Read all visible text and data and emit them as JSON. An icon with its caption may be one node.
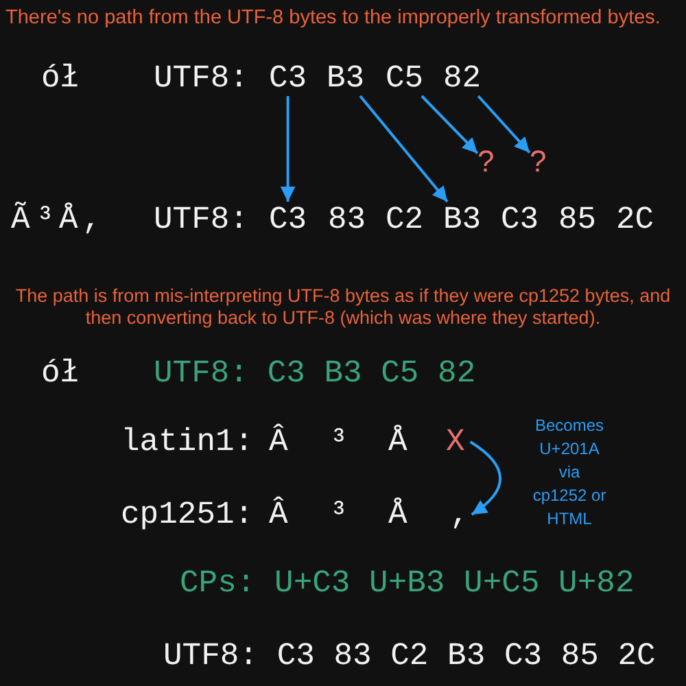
{
  "diagram": {
    "title": "There's no path from the UTF-8 bytes to the improperly transformed bytes.",
    "nodes": [
      {
        "text": [
          "C3"
        ]
      },
      {
        "text": [
          "B3"
        ]
      },
      {
        "text": [
          "C5"
        ]
      },
      {
        "text": [
          "82"
        ]
      },
      {
        "text": [
          "?"
        ]
      },
      {
        "text": [
          "?"
        ]
      },
      {
        "text": [
          "C3"
        ]
      },
      {
        "text": [
          "B3"
        ]
      },
      {
        "text": [
          "X"
        ]
      },
      {
        "text": [
          ","
        ]
      }
    ],
    "edges": [
      {
        "from": 0,
        "to": 6,
        "arrow": "to"
      },
      {
        "from": 1,
        "to": 7,
        "arrow": "to"
      },
      {
        "from": 2,
        "to": 4,
        "arrow": "to"
      },
      {
        "from": 3,
        "to": 5,
        "arrow": "to"
      },
      {
        "from": 8,
        "to": 9,
        "arrow": "to",
        "label": "Becomes U+201A via cp1252 or HTML"
      }
    ],
    "labels": [
      "ół",
      "UTF8:",
      "Ã",
      "³",
      "Å",
      ",",
      "UTF8:",
      "83",
      "C2",
      "C3",
      "85",
      "2C",
      "The path is from mis-interpreting UTF-8 bytes as if they were cp1252 bytes, and then converting back to UTF-8 (which was where they started).",
      "ół",
      "UTF8: C3 B3 C5 82",
      "latin1:",
      "Â",
      "³",
      "Å",
      "cp1251:",
      "Â",
      "³",
      "Å",
      "CPs: U+C3 U+B3 U+C5 U+82",
      "UTF8: C3 83 C2 B3 C3 85 2C"
    ]
  }
}
